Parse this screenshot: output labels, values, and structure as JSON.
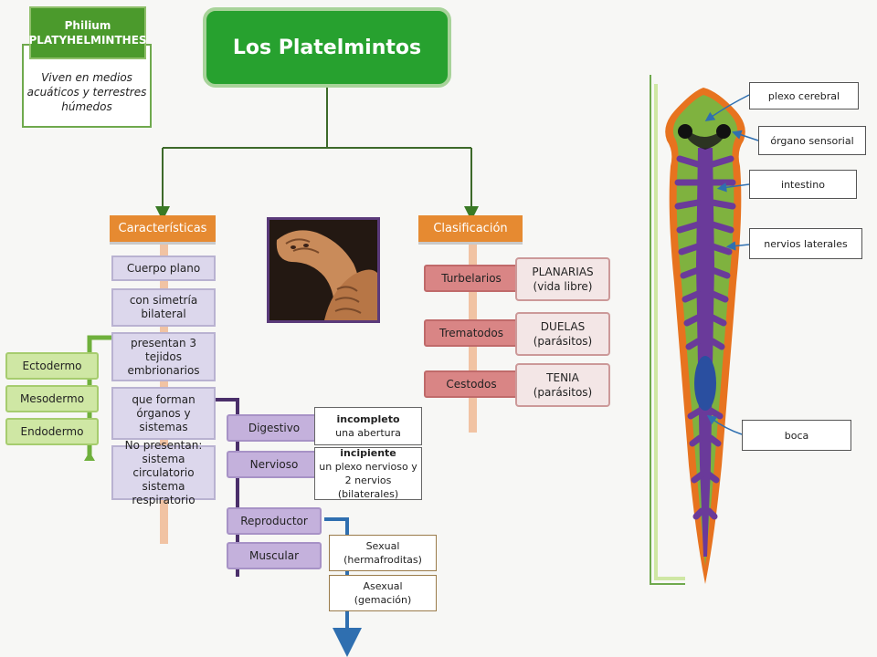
{
  "phylum": {
    "line1": "Philium",
    "line2": "PLATYHELMINTHES",
    "desc_line1": "Viven en medios",
    "desc_line2": "acuáticos y terrestres",
    "desc_line3": "húmedos"
  },
  "title": "Los Platelmintos",
  "caracteristicas": {
    "header": "Características",
    "items": [
      "Cuerpo plano",
      "con simetría bilateral",
      "presentan 3 tejidos embrionarios",
      "que forman órganos y sistemas",
      "No presentan: sistema circulatorio sistema respiratorio"
    ],
    "tejidos": [
      "Ectodermo",
      "Mesodermo",
      "Endodermo"
    ]
  },
  "sistemas": [
    {
      "name": "Digestivo",
      "desc_bold": "incompleto",
      "desc": "una abertura"
    },
    {
      "name": "Nervioso",
      "desc_bold": "incipiente",
      "desc": "un plexo nervioso y 2 nervios (bilaterales)"
    },
    {
      "name": "Reproductor"
    },
    {
      "name": "Muscular"
    }
  ],
  "reproduccion": [
    {
      "line1": "Sexual",
      "line2": "(hermafroditas)"
    },
    {
      "line1": "Asexual",
      "line2": "(gemación)"
    }
  ],
  "clasificacion": {
    "header": "Clasificación",
    "items": [
      {
        "class": "Turbelarios",
        "example": "PLANARIAS",
        "note": "(vida libre)"
      },
      {
        "class": "Trematodos",
        "example": "DUELAS",
        "note": "(parásitos)"
      },
      {
        "class": "Cestodos",
        "example": "TENIA",
        "note": "(parásitos)"
      }
    ]
  },
  "anatomy_labels": [
    "plexo cerebral",
    "órgano sensorial",
    "intestino",
    "nervios laterales",
    "boca"
  ],
  "colors": {
    "green": "#27a12f",
    "orange": "#e68a31",
    "lavender": "#dcd7ec",
    "rose": "#d98585",
    "purple": "#c4b1dc"
  }
}
